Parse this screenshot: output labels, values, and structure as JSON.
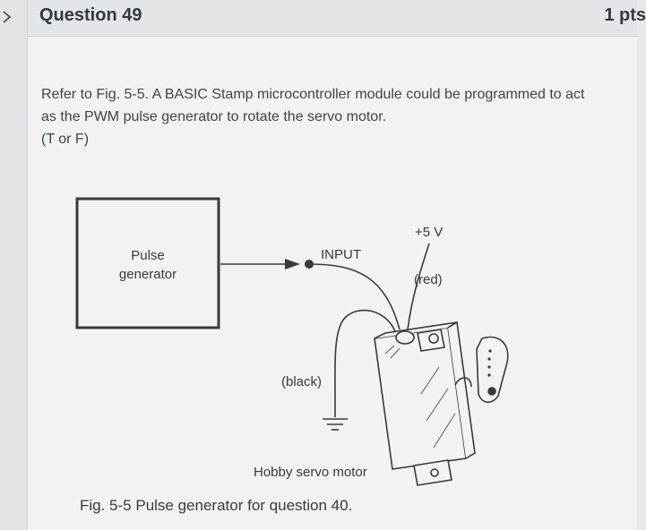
{
  "question": {
    "title": "Question 49",
    "points": "1 pts",
    "text_line1": "Refer to Fig. 5-5. A BASIC Stamp microcontroller module could be programmed to act",
    "text_line2": "as the PWM pulse generator to rotate the servo motor.",
    "text_line3": "(T or F)"
  },
  "figure": {
    "box_label_line1": "Pulse",
    "box_label_line2": "generator",
    "input_label": "INPUT",
    "plus5v_label": "+5 V",
    "red_label": "(red)",
    "black_label": "(black)",
    "servo_label": "Hobby servo motor",
    "caption": "Fig. 5-5 Pulse generator for question 40."
  },
  "icons": {
    "toggle": "chevron-right-icon"
  }
}
